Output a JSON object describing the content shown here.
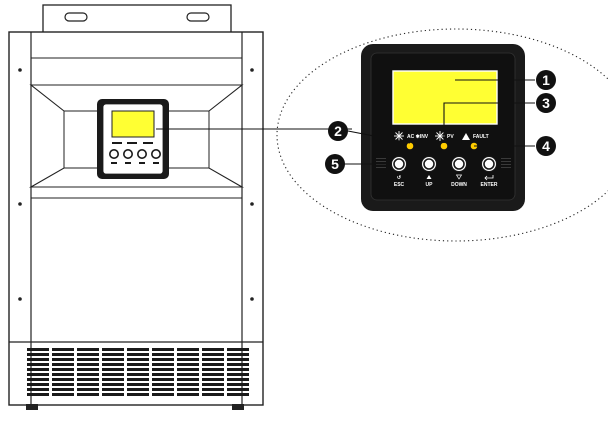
{
  "colors": {
    "lcd": "#ffff33",
    "led": "#ffcc00",
    "panel": "#1a1a1a",
    "callout": "#111111",
    "leader": "#111111"
  },
  "indicators": {
    "ac_inv": "AC ✱INV",
    "pv": "PV",
    "fault": "FAULT"
  },
  "buttons": {
    "esc": "ESC",
    "up": "UP",
    "down": "DOWN",
    "enter": "ENTER"
  },
  "callouts": {
    "c1": "1",
    "c2": "2",
    "c3": "3",
    "c4": "4",
    "c5": "5"
  },
  "icons": {
    "ac_inv": "sun-icon",
    "pv": "sun-icon",
    "fault": "warning-triangle-icon",
    "esc": "return-icon",
    "up": "up-arrow-icon",
    "down": "down-arrow-icon",
    "enter": "enter-icon"
  }
}
